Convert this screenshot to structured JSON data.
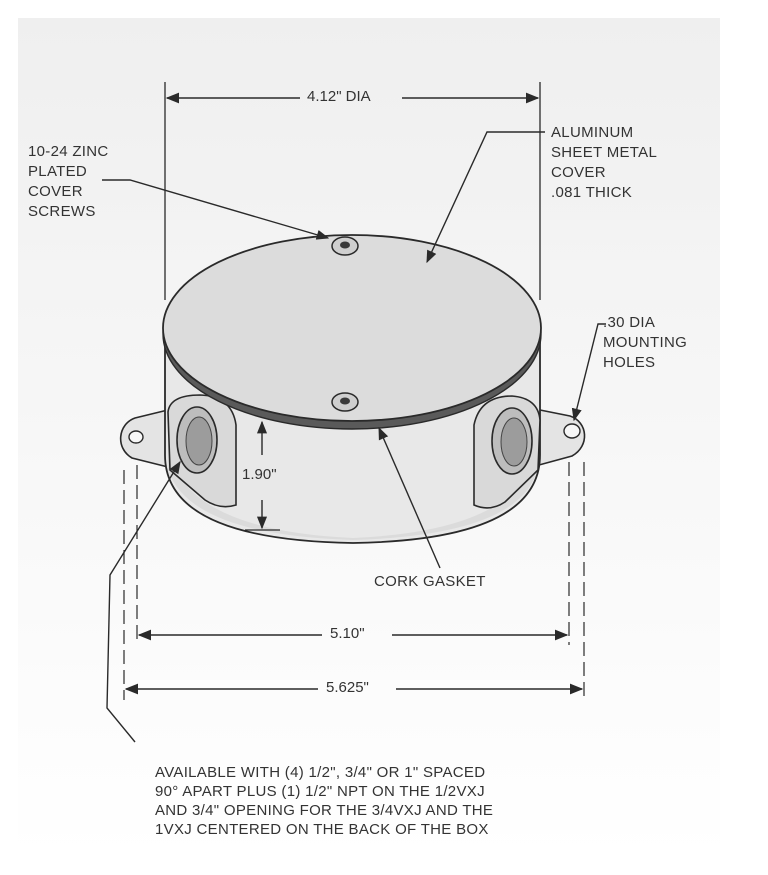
{
  "dimensions": {
    "top_diameter": "4.12\" DIA",
    "height": "1.90\"",
    "mount_spacing": "5.10\"",
    "overall_width": "5.625\""
  },
  "labels": {
    "screws": [
      "10-24 ZINC",
      "PLATED",
      "COVER",
      "SCREWS"
    ],
    "cover": [
      "ALUMINUM",
      "SHEET METAL",
      "COVER",
      ".081 THICK"
    ],
    "mounting_holes": [
      ".30 DIA",
      "MOUNTING",
      "HOLES"
    ],
    "gasket": "CORK GASKET",
    "availability": [
      "AVAILABLE WITH (4) 1/2\", 3/4\" OR 1\" SPACED",
      "90° APART PLUS (1) 1/2\" NPT ON THE 1/2VXJ",
      "AND 3/4\" OPENING FOR THE 3/4VXJ AND THE",
      "1VXJ CENTERED ON THE BACK OF THE BOX"
    ]
  },
  "colors": {
    "background_top": "#f0f0f0",
    "background_bottom": "#ffffff",
    "line": "#2a2a2a",
    "body_fill": "#e6e6e6",
    "cover_fill": "#dcdcdc",
    "text": "#333333"
  }
}
